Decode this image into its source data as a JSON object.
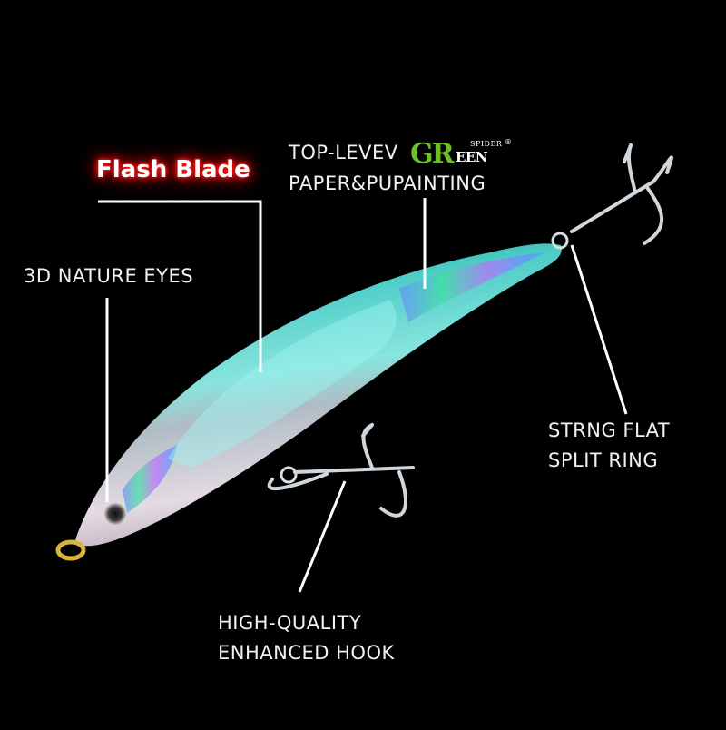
{
  "labels": {
    "flash_blade": "Flash Blade",
    "top_level_prefix": "TOP-LEVEV",
    "paper_painting": "PAPER&PUPAINTING",
    "nature_eyes": "3D NATURE EYES",
    "split_ring_line1": "STRNG FLAT",
    "split_ring_line2": "SPLIT RING",
    "hook_line1": "HIGH-QUALITY",
    "hook_line2": "ENHANCED HOOK"
  },
  "brand": {
    "logo_g": "GR",
    "logo_rest": "EEN",
    "logo_spider": "SPIDER",
    "logo_registered": "®"
  },
  "colors": {
    "background": "#000000",
    "text": "#f2f2f2",
    "flash_glow": "#ff1a1a",
    "brand_green": "#6bbf2a",
    "lure_back": "#4fd6d0",
    "lure_belly": "#e9e4ea"
  }
}
